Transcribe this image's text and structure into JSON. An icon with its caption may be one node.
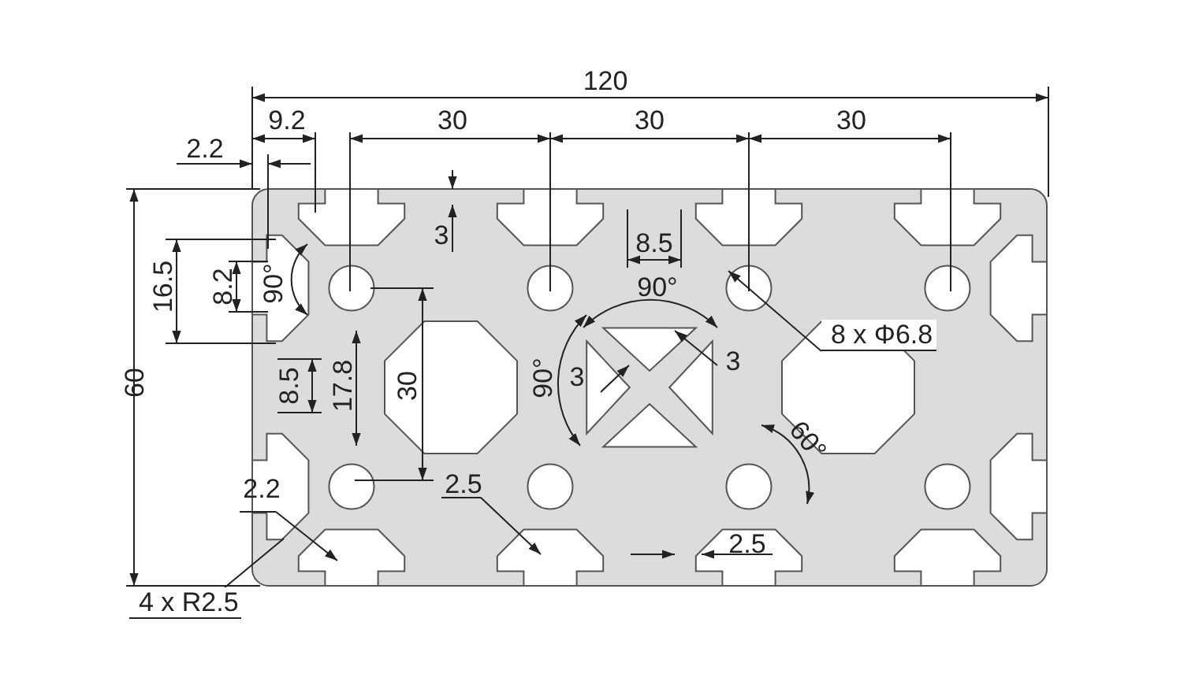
{
  "diagram": {
    "nodes": [
      {
        "text": [
          "8 x Φ6.8"
        ]
      },
      {
        "text": [
          "4 x R2.5"
        ]
      }
    ],
    "edges": [
      {
        "from": 0,
        "to": null,
        "arrow": "to"
      },
      {
        "from": 1,
        "to": null,
        "arrow": "none"
      }
    ],
    "labels": [
      "120",
      "9.2",
      "30",
      "30",
      "30",
      "2.2",
      "3",
      "16.5",
      "8.2",
      "90°",
      "8.5",
      "90°",
      "3",
      "3",
      "60",
      "8.5",
      "17.8",
      "30",
      "90°",
      "60°",
      "2.2",
      "2.5",
      "2.5"
    ]
  }
}
